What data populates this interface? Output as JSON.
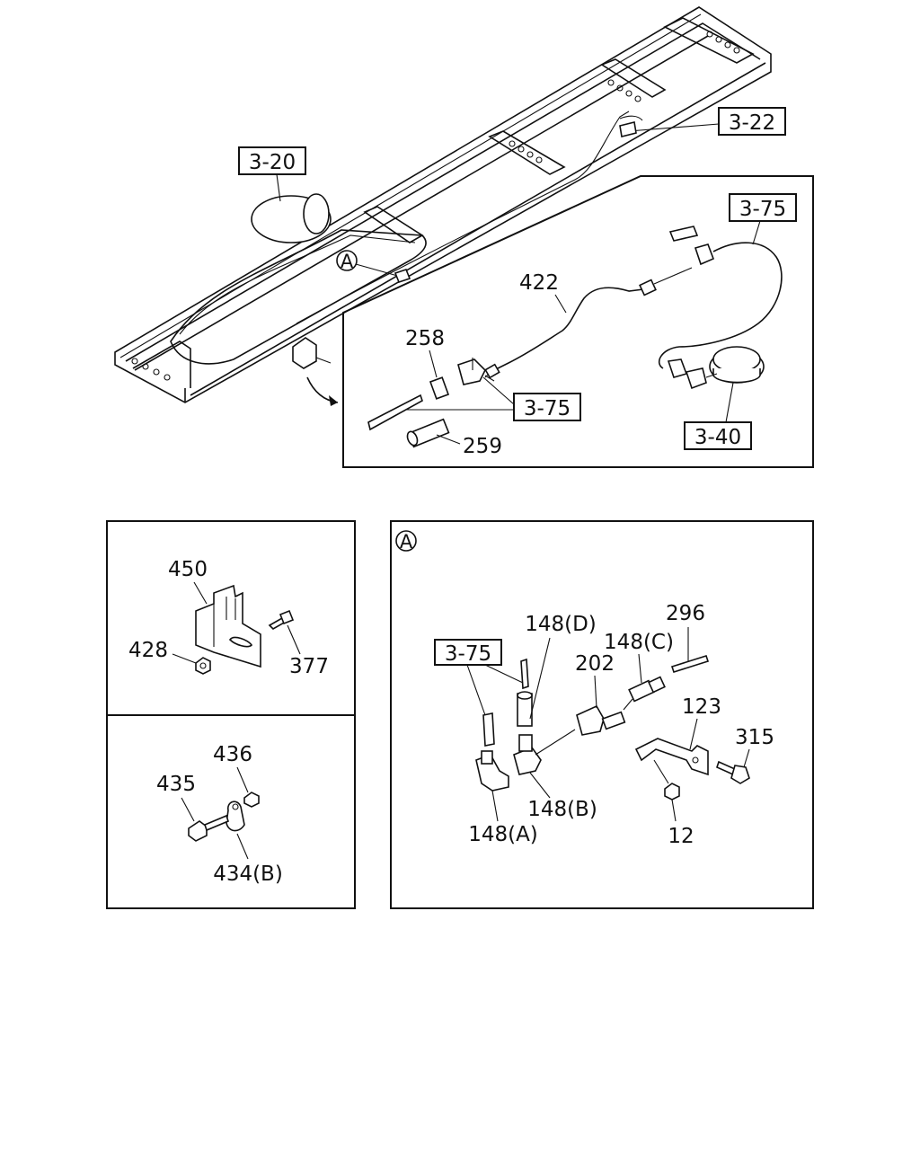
{
  "top_diagram": {
    "refs": {
      "r320": "3-20",
      "r322": "3-22",
      "r375a": "3-75",
      "r375b": "3-75",
      "r340": "3-40"
    },
    "callouts": {
      "c422": "422",
      "c258": "258",
      "c259": "259",
      "marker_a": "A"
    }
  },
  "panel_bracket": {
    "callouts": {
      "c450": "450",
      "c428": "428",
      "c377": "377"
    }
  },
  "panel_clip": {
    "callouts": {
      "c436": "436",
      "c435": "435",
      "c434": "434(B)"
    }
  },
  "panel_a": {
    "marker": "A",
    "ref": "3-75",
    "callouts": {
      "c148d": "148(D)",
      "c148c": "148(C)",
      "c296": "296",
      "c202": "202",
      "c123": "123",
      "c315": "315",
      "c148b": "148(B)",
      "c148a": "148(A)",
      "c12": "12"
    }
  }
}
